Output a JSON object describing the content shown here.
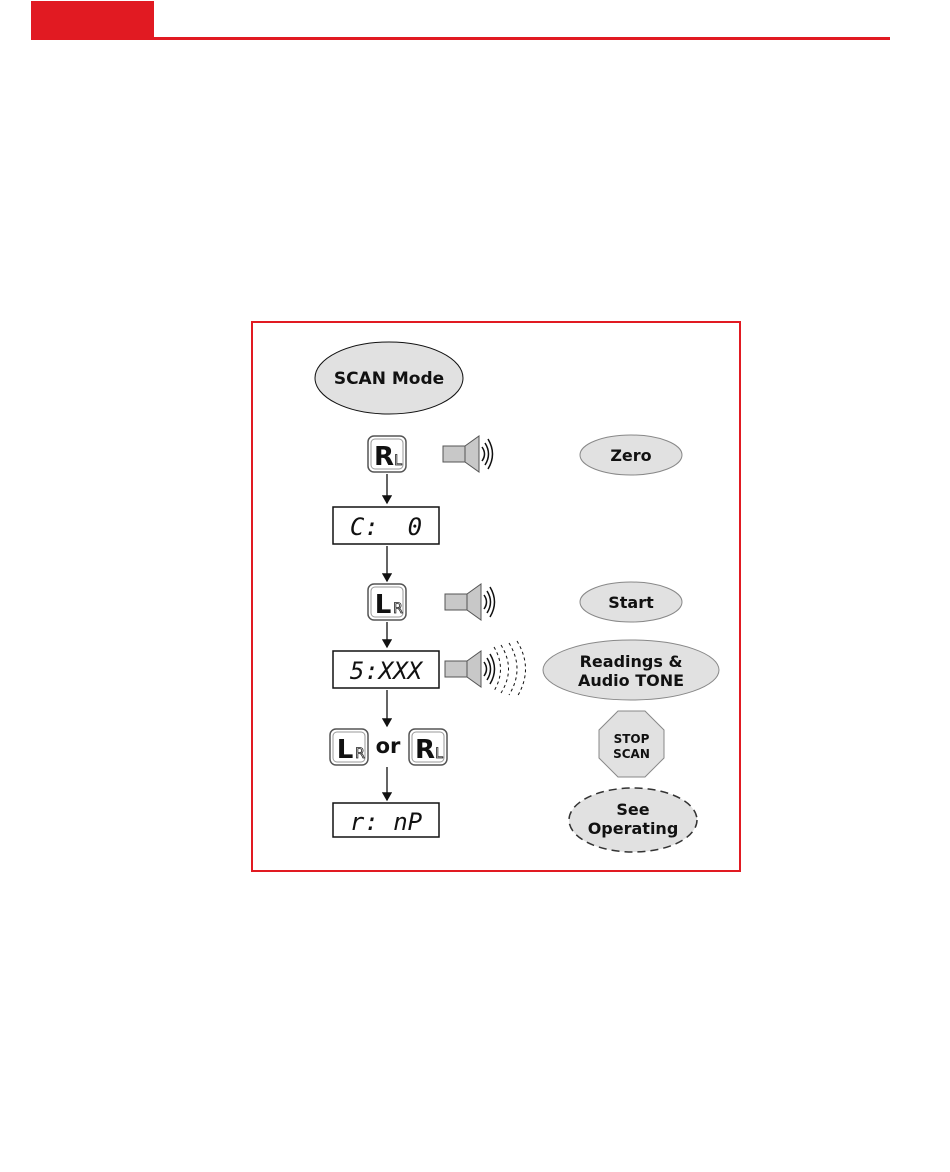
{
  "flow": {
    "mode_label": "SCAN Mode",
    "key_rl": {
      "big": "R",
      "small": "L"
    },
    "key_lr": {
      "big": "L",
      "small": "R"
    },
    "zero_label": "Zero",
    "display_c": "C:  0",
    "start_label": "Start",
    "display_s": "5:XXX",
    "readings_line1": "Readings &",
    "readings_line2": "Audio TONE",
    "or_label": "or",
    "stop_line1": "STOP",
    "stop_line2": "SCAN",
    "display_r": "r: nP",
    "see_line1": "See",
    "see_line2": "Operating"
  },
  "colors": {
    "accent": "#e11a22",
    "pill_fill": "#e1e1e1",
    "speaker_fill": "#c8c8c8"
  }
}
